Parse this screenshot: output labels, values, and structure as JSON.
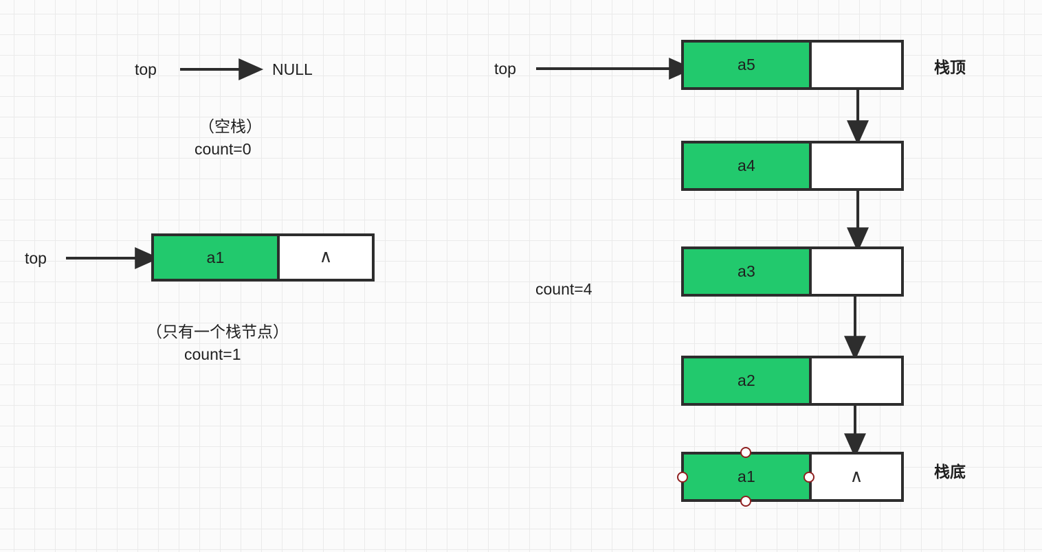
{
  "diagram": {
    "title": "linked-stack-diagram",
    "colors": {
      "node_fill": "#22c96d",
      "node_stroke": "#2d2d2d",
      "handle_stroke": "#8f2020",
      "grid_line": "#eaeaea",
      "canvas_bg": "#fbfbfb"
    }
  },
  "empty_stack": {
    "pointer_label": "top",
    "target_label": "NULL",
    "caption": "（空栈）",
    "count_label": "count=0"
  },
  "single_node_stack": {
    "pointer_label": "top",
    "node": {
      "data": "a1",
      "next": "∧"
    },
    "caption": "（只有一个栈节点）",
    "count_label": "count=1"
  },
  "multi_node_stack": {
    "pointer_label": "top",
    "count_label": "count=4",
    "top_label": "栈顶",
    "bottom_label": "栈底",
    "nodes": [
      {
        "data": "a5",
        "next": ""
      },
      {
        "data": "a4",
        "next": ""
      },
      {
        "data": "a3",
        "next": ""
      },
      {
        "data": "a2",
        "next": ""
      },
      {
        "data": "a1",
        "next": "∧"
      }
    ],
    "selected_node_index": 4
  }
}
